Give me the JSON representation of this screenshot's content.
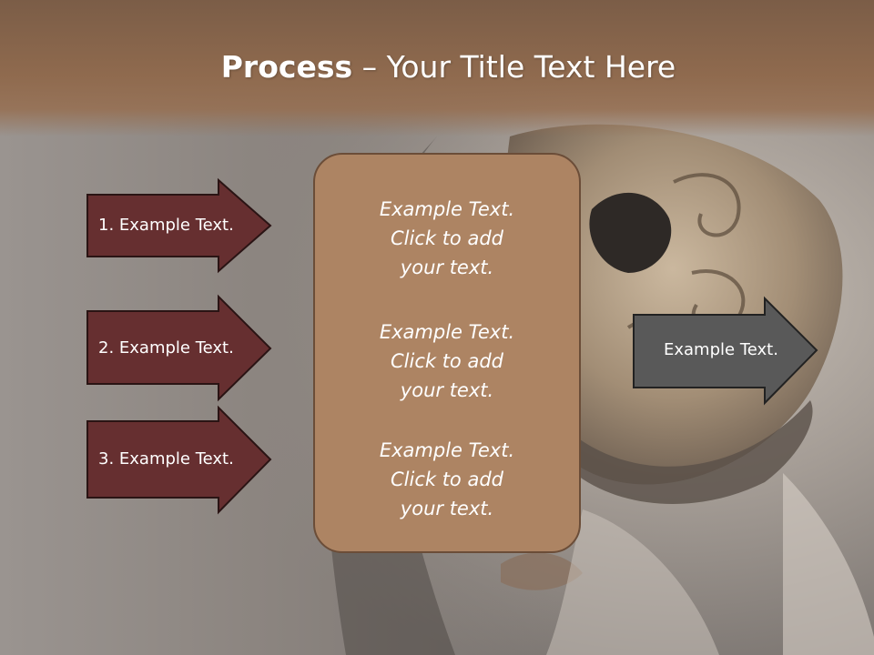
{
  "slide": {
    "title_bold": "Process",
    "title_rest": " – Your Title Text Here"
  },
  "left_arrows": [
    {
      "label": "1. Example Text."
    },
    {
      "label": "2. Example Text."
    },
    {
      "label": "3. Example Text."
    }
  ],
  "center_box": {
    "blocks": [
      {
        "lines": [
          "Example Text.",
          "Click  to add",
          "your text."
        ]
      },
      {
        "lines": [
          "Example Text.",
          "Click  to add",
          "your text."
        ]
      },
      {
        "lines": [
          "Example Text.",
          "Click  to add",
          "your text."
        ]
      }
    ]
  },
  "right_arrow": {
    "label": "Example Text."
  },
  "colors": {
    "title_bar": "#8f6a4e",
    "left_arrow_fill": "#662f30",
    "center_box_fill": "#ad8463",
    "right_arrow_fill": "#595959"
  }
}
